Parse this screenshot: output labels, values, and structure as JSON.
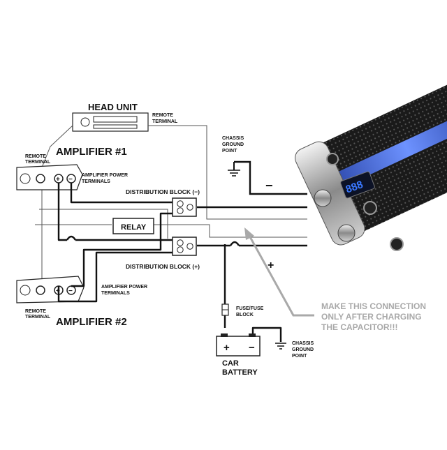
{
  "labels": {
    "head_unit": "HEAD UNIT",
    "remote_terminal_head": [
      "REMOTE",
      "TERMINAL"
    ],
    "amp1": "AMPLIFIER #1",
    "amp1_remote": [
      "REMOTE",
      "TERMINAL"
    ],
    "amp1_power": [
      "AMPLIFIER POWER",
      "TERMINALS"
    ],
    "amp2": "AMPLIFIER #2",
    "amp2_remote": [
      "REMOTE",
      "TERMINAL"
    ],
    "amp2_power": [
      "AMPLIFIER POWER",
      "TERMINALS"
    ],
    "chassis_ground_top": [
      "CHASSIS",
      "GROUND",
      "POINT"
    ],
    "chassis_ground_bottom": [
      "CHASSIS",
      "GROUND",
      "POINT"
    ],
    "dist_block_neg": "DISTRIBUTION BLOCK (−)",
    "dist_block_pos": "DISTRIBUTION BLOCK (+)",
    "relay": "RELAY",
    "fuse": [
      "FUSE/FUSE",
      "BLOCK"
    ],
    "battery": [
      "CAR",
      "BATTERY"
    ],
    "minus_sign": "−",
    "plus_sign": "+",
    "note": [
      "MAKE THIS CONNECTION",
      "ONLY AFTER CHARGING",
      "THE CAPACITOR!!!"
    ],
    "capacitor_display": "888"
  },
  "colors": {
    "wire": "#111111",
    "thin_wire": "#555555",
    "note_gray": "#a9a9a9",
    "cap_display": "#3a78ff",
    "cap_blue_stripe": "#3b5fc8"
  }
}
